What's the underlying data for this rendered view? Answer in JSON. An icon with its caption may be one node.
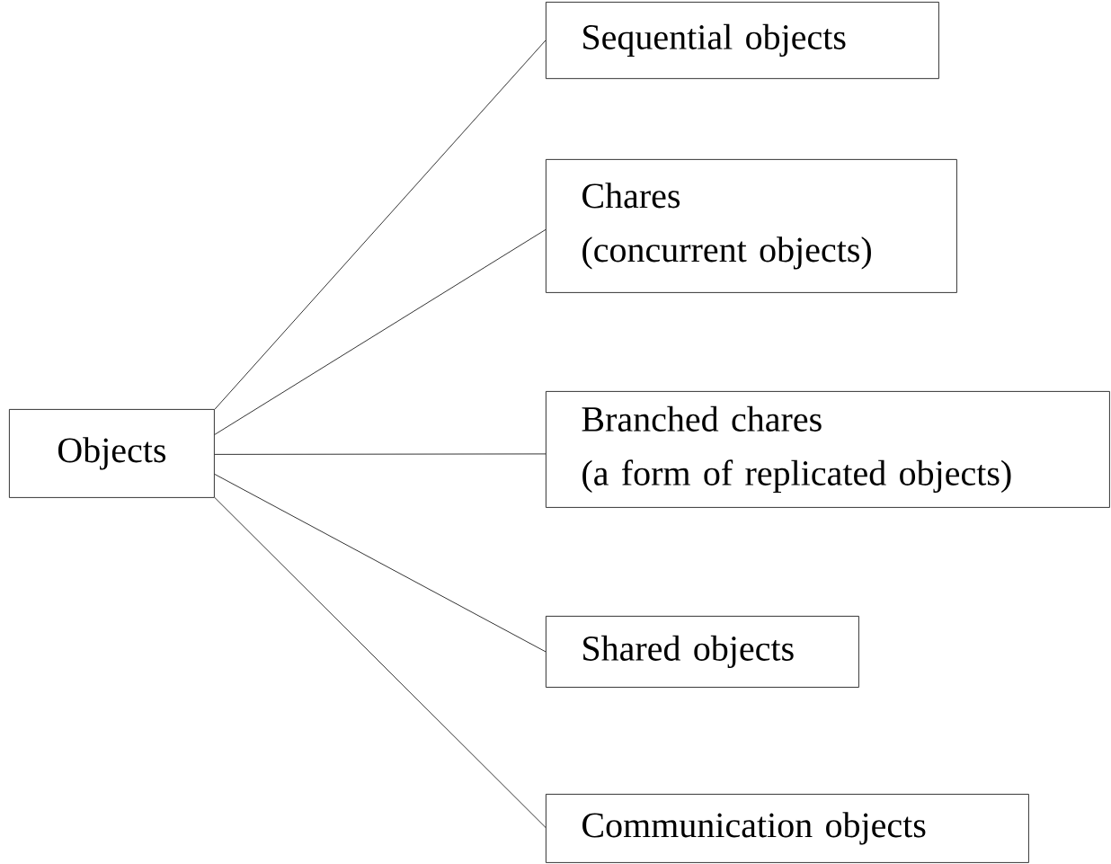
{
  "diagram": {
    "nodes": [
      {
        "text": [
          "Objects"
        ]
      },
      {
        "text": [
          "Sequential objects"
        ]
      },
      {
        "text": [
          "Chares",
          "(concurrent objects)"
        ]
      },
      {
        "text": [
          "Branched chares",
          "(a form of replicated objects)"
        ]
      },
      {
        "text": [
          "Shared objects"
        ]
      },
      {
        "text": [
          "Communication objects"
        ]
      }
    ],
    "edges": [
      {
        "from": 0,
        "to": 1,
        "arrow": "none"
      },
      {
        "from": 0,
        "to": 2,
        "arrow": "none"
      },
      {
        "from": 0,
        "to": 3,
        "arrow": "none"
      },
      {
        "from": 0,
        "to": 4,
        "arrow": "none"
      },
      {
        "from": 0,
        "to": 5,
        "arrow": "none"
      }
    ]
  }
}
